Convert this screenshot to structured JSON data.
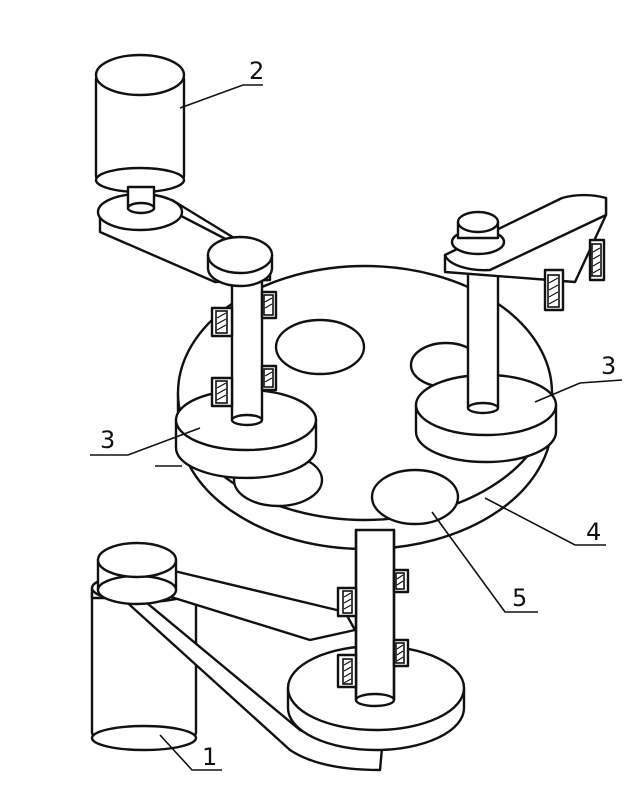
{
  "labels": {
    "motor_bottom": "1",
    "motor_top": "2",
    "spindle_left": "3",
    "spindle_right": "3",
    "turntable": "4",
    "sample_hole": "5"
  }
}
